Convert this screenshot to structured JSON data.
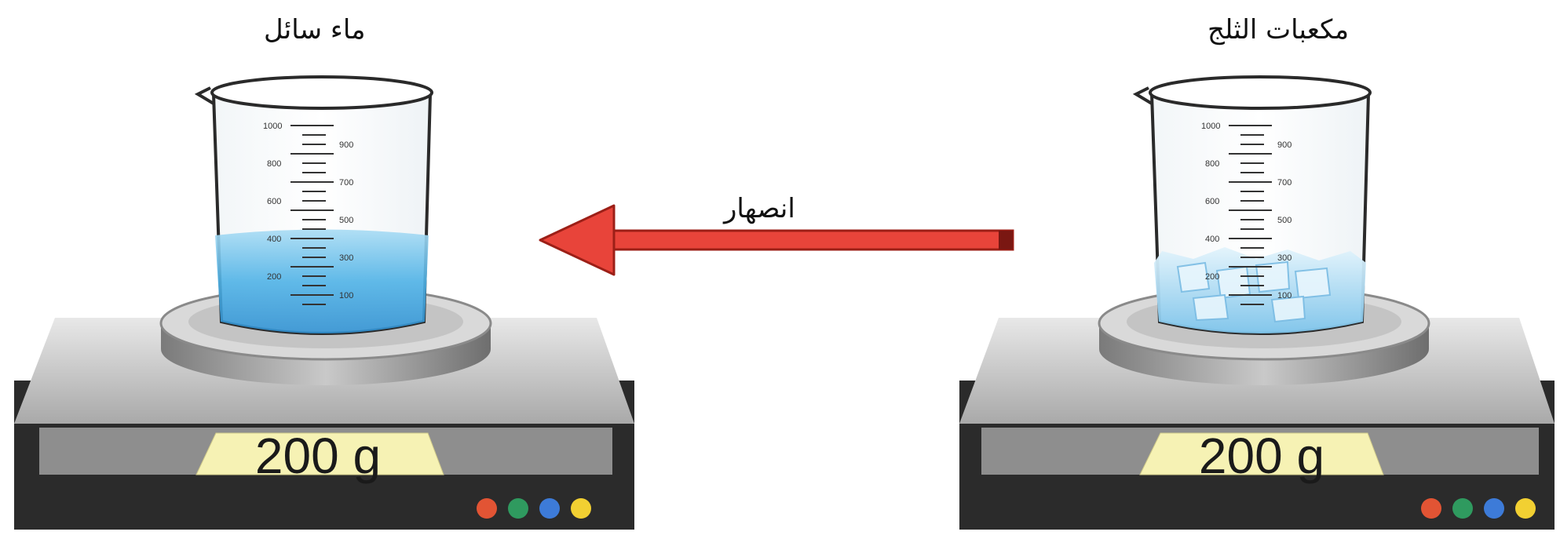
{
  "labels": {
    "left_beaker": "ماء سائل",
    "right_beaker": "مكعبات الثلج",
    "arrow": "انصهار"
  },
  "scales": [
    {
      "name": "liquid-water-scale",
      "reading": "200 g"
    },
    {
      "name": "ice-cubes-scale",
      "reading": "200 g"
    }
  ],
  "beaker_graduations": {
    "left_ticks": [
      "1000",
      "800",
      "600",
      "400",
      "200"
    ],
    "right_ticks": [
      "900",
      "700",
      "500",
      "300",
      "100"
    ]
  },
  "colors": {
    "arrow": "#e8443a",
    "arrow_dark": "#9c1f17",
    "display": "#f6f2b4",
    "water": "#4fb2e6",
    "ice": "#bfe6f7",
    "base_dark": "#2b2b2b",
    "buttons": [
      "#e25434",
      "#2f9a5f",
      "#3d7bd8",
      "#f2d032"
    ]
  }
}
